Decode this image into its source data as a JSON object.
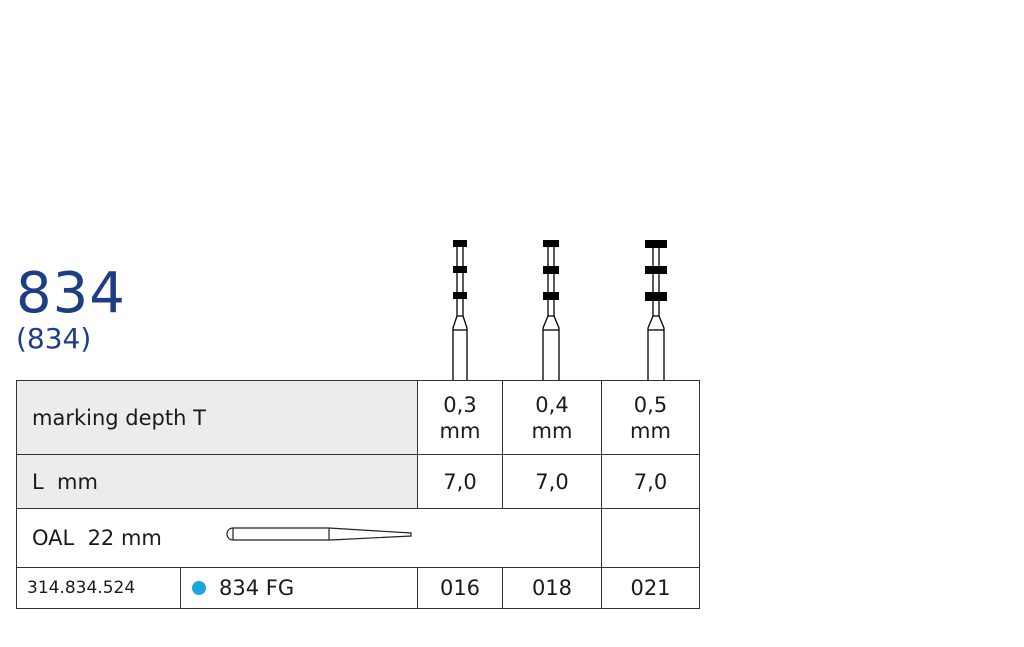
{
  "header": {
    "product_number": "834",
    "product_number_alt": "(834)"
  },
  "table": {
    "marking_depth_label": "marking depth T",
    "depths": [
      {
        "value": "0,3",
        "unit": "mm"
      },
      {
        "value": "0,4",
        "unit": "mm"
      },
      {
        "value": "0,5",
        "unit": "mm"
      }
    ],
    "length_label": "L  mm",
    "lengths": [
      "7,0",
      "7,0",
      "7,0"
    ],
    "oal_label": "OAL  22 mm",
    "order_number": "314.834.524",
    "shank_type": "834 FG",
    "shank_dot_color": "#1aa7e0",
    "sizes": [
      "016",
      "018",
      "021"
    ]
  }
}
